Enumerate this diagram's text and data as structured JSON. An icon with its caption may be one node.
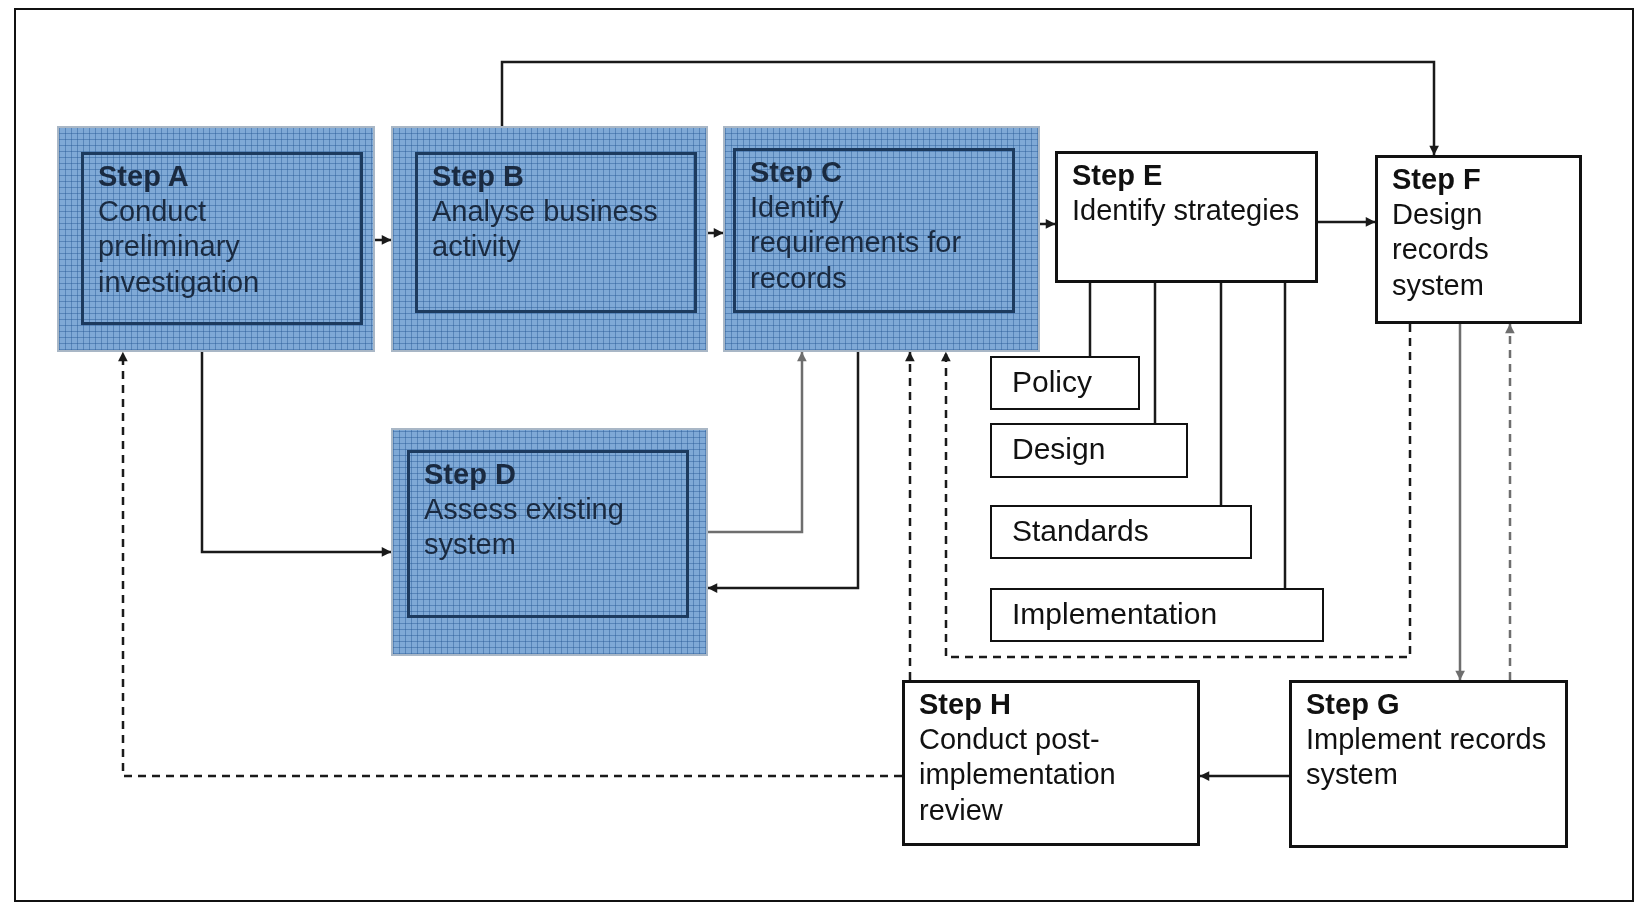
{
  "diagram": {
    "nodes": [
      {
        "text": [
          "Step A",
          "Conduct preliminary investigation"
        ]
      },
      {
        "text": [
          "Step B",
          "Analyse business activity"
        ]
      },
      {
        "text": [
          "Step C",
          "Identify requirements for records"
        ]
      },
      {
        "text": [
          "Step D",
          "Assess existing system"
        ]
      },
      {
        "text": [
          "Step E",
          "Identify strategies"
        ]
      },
      {
        "text": [
          "Step F",
          "Design records system"
        ]
      },
      {
        "text": [
          "Policy"
        ]
      },
      {
        "text": [
          "Design"
        ]
      },
      {
        "text": [
          "Standards"
        ]
      },
      {
        "text": [
          "Implementation"
        ]
      },
      {
        "text": [
          "Step G",
          "Implement records system"
        ]
      },
      {
        "text": [
          "Step H",
          "Conduct post-implementation review"
        ]
      }
    ],
    "edges": [
      {
        "from": 0,
        "to": 1,
        "arrow": "to"
      },
      {
        "from": 1,
        "to": 5,
        "arrow": "to"
      },
      {
        "from": 1,
        "to": 2,
        "arrow": "to"
      },
      {
        "from": 2,
        "to": 4,
        "arrow": "to"
      },
      {
        "from": 4,
        "to": 5,
        "arrow": "to"
      },
      {
        "from": 0,
        "to": 3,
        "arrow": "to"
      },
      {
        "from": 3,
        "to": 2,
        "arrow": "to",
        "color": "#6e6e6e"
      },
      {
        "from": 2,
        "to": 3,
        "arrow": "to"
      },
      {
        "from": 4,
        "to": 6,
        "arrow": "none"
      },
      {
        "from": 4,
        "to": 7,
        "arrow": "none"
      },
      {
        "from": 4,
        "to": 8,
        "arrow": "none"
      },
      {
        "from": 4,
        "to": 9,
        "arrow": "none"
      },
      {
        "from": 5,
        "to": 10,
        "arrow": "to",
        "color": "#6e6e6e"
      },
      {
        "from": 10,
        "to": 5,
        "arrow": "to",
        "style": "dashed",
        "color": "#6e6e6e"
      },
      {
        "from": 10,
        "to": 11,
        "arrow": "to"
      },
      {
        "from": 11,
        "to": 0,
        "arrow": "to",
        "style": "dashed"
      },
      {
        "from": 11,
        "to": 2,
        "arrow": "to",
        "style": "dashed"
      },
      {
        "from": 5,
        "to": 2,
        "arrow": "to",
        "style": "dashed"
      }
    ]
  }
}
